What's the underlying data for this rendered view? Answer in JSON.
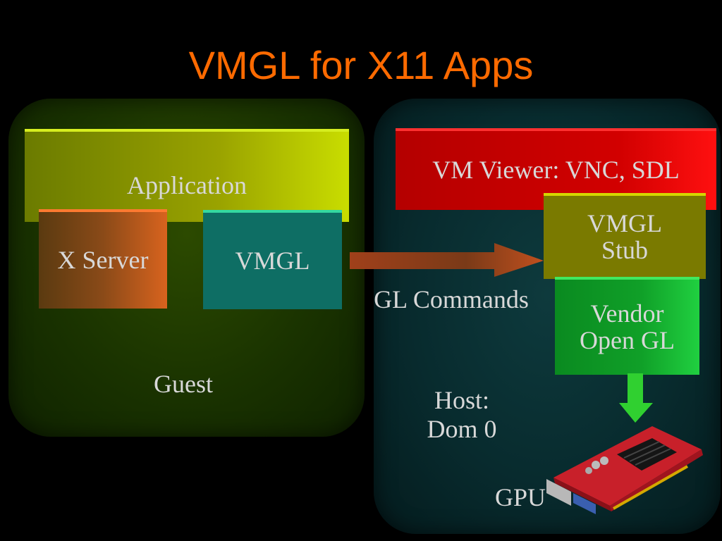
{
  "title": "VMGL for X11 Apps",
  "guest": {
    "application": "Application",
    "x_server": "X Server",
    "vmgl": "VMGL",
    "label": "Guest"
  },
  "host": {
    "viewer": "VM Viewer: VNC, SDL",
    "stub_line1": "VMGL",
    "stub_line2": "Stub",
    "vendor_line1": "Vendor",
    "vendor_line2": "Open GL",
    "label_line1": "Host:",
    "label_line2": "Dom 0",
    "gpu": "GPU"
  },
  "arrow_label": "GL Commands",
  "colors": {
    "title": "#ff6a00",
    "application": "#9aa300",
    "x_server": "#d8631e",
    "vmgl": "#0e6e64",
    "viewer": "#d20000",
    "stub": "#7a7a00",
    "vendor": "#10a028",
    "arrow": "#c0501e",
    "down_arrow": "#30d030"
  }
}
